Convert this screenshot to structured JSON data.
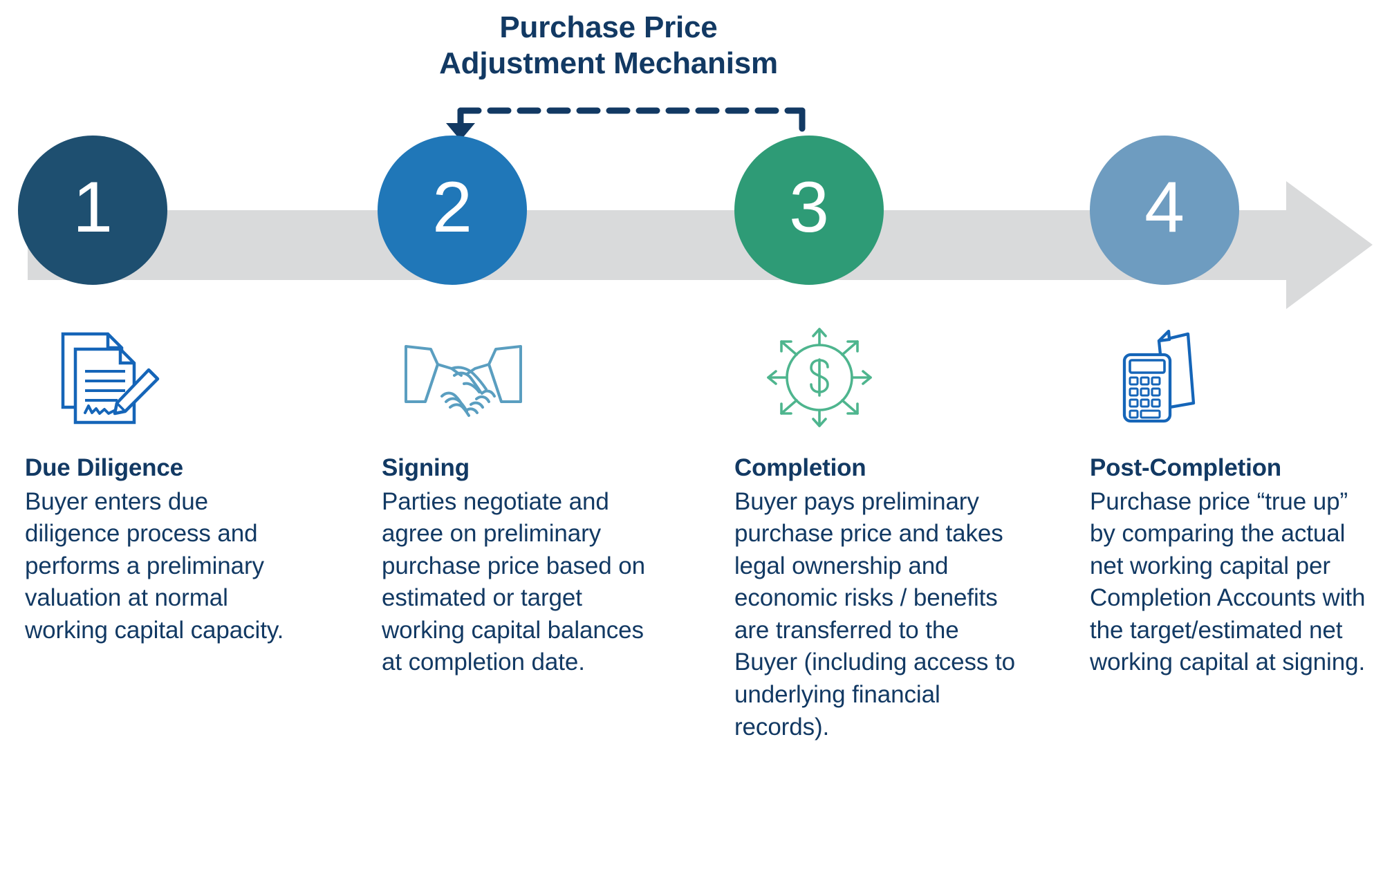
{
  "diagram": {
    "title": "Purchase Price Adjustment Mechanism",
    "title_line1": "Purchase Price",
    "title_line2": "Adjustment Mechanism",
    "colors": {
      "navy_text": "#123963",
      "step1_circle": "#1e4f70",
      "step2_circle": "#2077b8",
      "step3_circle": "#2e9b76",
      "step4_circle": "#6e9cc0",
      "arrow_bar": "#d9dadb",
      "connector_dash": "#123963",
      "icon1": "#1565b8",
      "icon2": "#5a9ec0",
      "icon3": "#4eb58e",
      "icon4": "#1565b8"
    },
    "connector": {
      "name": "purchase-price-adjustment-bracket",
      "from_step": "3",
      "to_step": "2",
      "style": "dashed",
      "arrow_direction": "down"
    },
    "steps": [
      {
        "number": "1",
        "title": "Due Diligence",
        "body": "Buyer enters due diligence process and performs a preliminary valuation at normal working capital capacity.",
        "icon": "document-signature-icon"
      },
      {
        "number": "2",
        "title": "Signing",
        "body": "Parties negotiate and agree on preliminary purchase price based on estimated or target working capital balances at completion date.",
        "icon": "handshake-icon"
      },
      {
        "number": "3",
        "title": "Completion",
        "body": "Buyer pays preliminary purchase price and takes legal ownership and economic risks / benefits are transferred to the Buyer (including access to underlying financial records).",
        "icon": "dollar-expansion-icon"
      },
      {
        "number": "4",
        "title": "Post-Completion",
        "body": "Purchase price “true up” by comparing the actual net working capital per Completion Accounts with the target/estimated net working capital at signing.",
        "icon": "calculator-document-icon"
      }
    ]
  }
}
